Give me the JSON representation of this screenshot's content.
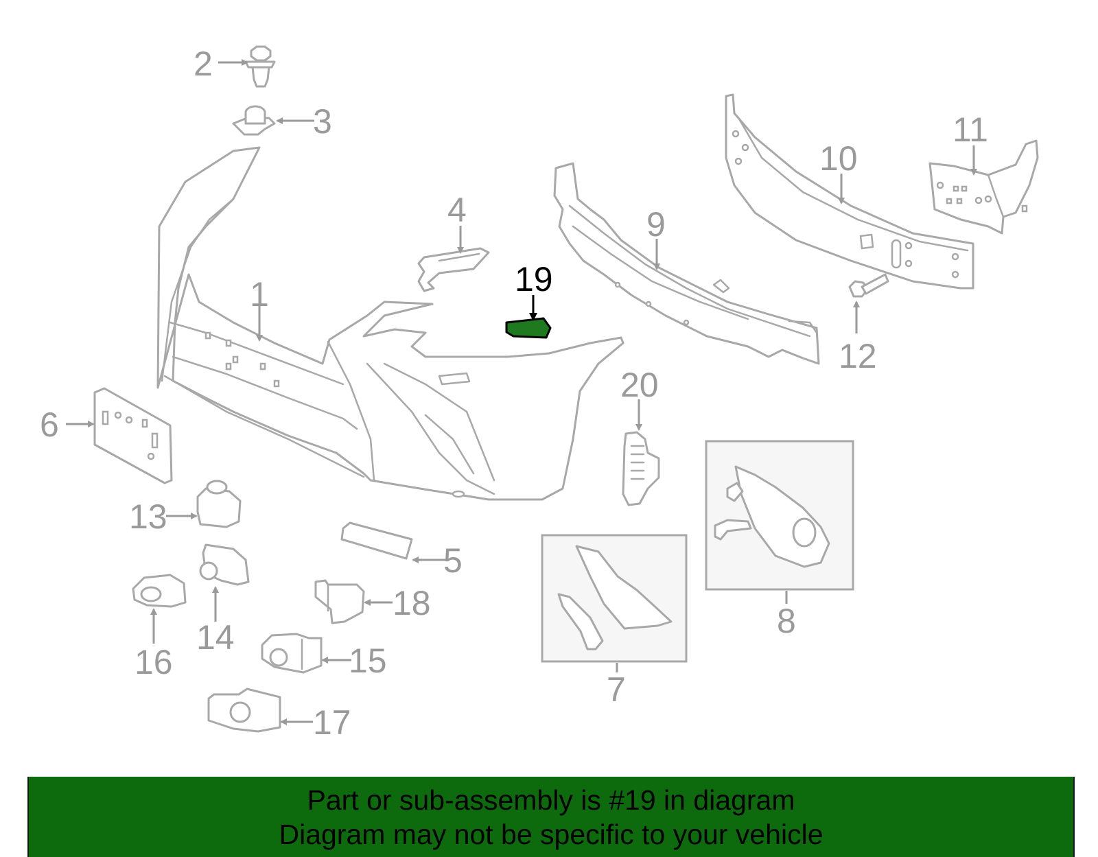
{
  "callouts": {
    "c1": "1",
    "c2": "2",
    "c3": "3",
    "c4": "4",
    "c5": "5",
    "c6": "6",
    "c7": "7",
    "c8": "8",
    "c9": "9",
    "c10": "10",
    "c11": "11",
    "c12": "12",
    "c13": "13",
    "c14": "14",
    "c15": "15",
    "c16": "16",
    "c17": "17",
    "c18": "18",
    "c19": "19",
    "c20": "20"
  },
  "highlighted_part": "19",
  "colors": {
    "highlight_part": "#1f7a1f",
    "banner_background": "#0d6b0d",
    "part_outline": "#a8a8a8",
    "callout_text": "#9a9a9a"
  },
  "banner": {
    "line1": "Part or sub-assembly is #19 in diagram",
    "line2": "Diagram may not be specific to your vehicle"
  }
}
